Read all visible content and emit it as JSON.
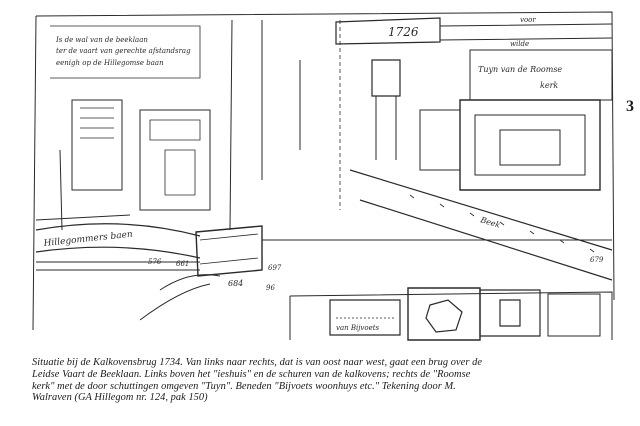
{
  "map": {
    "year_label": "1726",
    "note_lines": [
      "Is de wal van de beeklaan",
      "ter de vaart van gerechte afstandsrag",
      "eenigh op de Hillegomse baan"
    ],
    "left_label": "Hillegommers baen",
    "tuyn_label_1": "Tuyn van de Roomse",
    "tuyn_label_2": "kerk",
    "top_right_1": "voor",
    "top_right_2": "wilde",
    "measure_1": "576",
    "measure_2": "661",
    "measure_3": "697",
    "measure_4": "684",
    "measure_5": "96",
    "measure_6": "679",
    "beek_label": "Beek",
    "bottom_label": "van Bijvoets"
  },
  "caption": {
    "line1": "Situatie bij de Kalkovensbrug 1734. Van links naar rechts, dat is van oost naar west, gaat een brug over de",
    "line2": "Leidse Vaart de Beeklaan. Links boven het \"ieshuis\" en de schuren van de kalkovens; rechts de \"Roomse",
    "line3": "kerk\" met de door schuttingen omgeven \"Tuyn\". Beneden \"Bijvoets woonhuys etc.\" Tekening door M.",
    "line4": "Walraven (GA Hillegom nr. 124, pak 150)"
  },
  "edge_mark": "3"
}
